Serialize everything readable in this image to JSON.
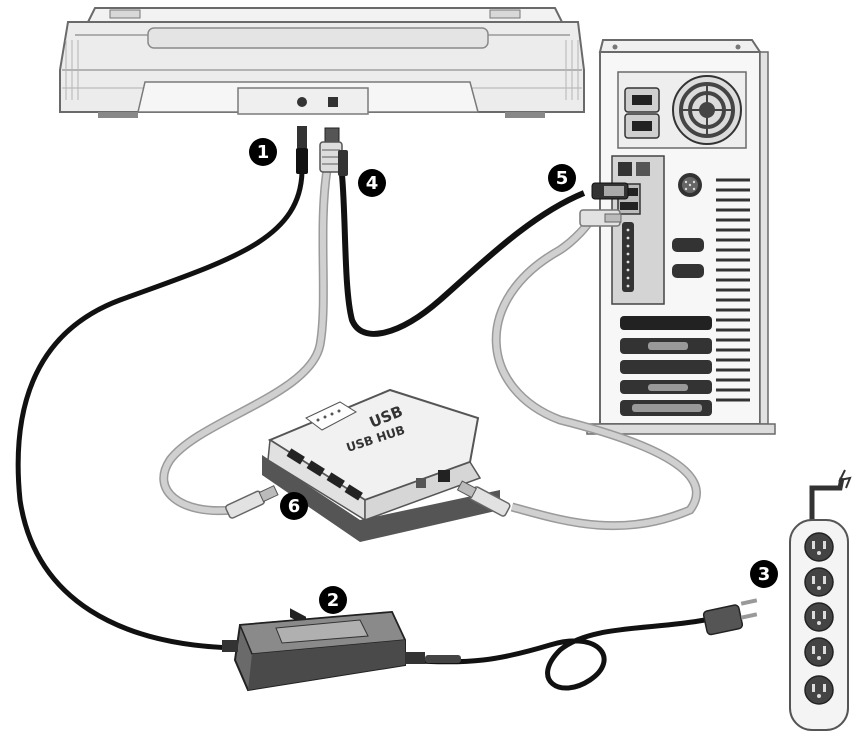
{
  "diagram": {
    "callouts": [
      {
        "id": "1",
        "label": "1"
      },
      {
        "id": "2",
        "label": "2"
      },
      {
        "id": "3",
        "label": "3"
      },
      {
        "id": "4",
        "label": "4"
      },
      {
        "id": "5",
        "label": "5"
      },
      {
        "id": "6",
        "label": "6"
      }
    ],
    "hub": {
      "brand_text": "USB",
      "label_text": "USB HUB"
    },
    "components": [
      {
        "name": "scanner",
        "icon": "scanner-device"
      },
      {
        "name": "computer-tower",
        "icon": "pc-tower"
      },
      {
        "name": "usb-hub",
        "icon": "usb-hub"
      },
      {
        "name": "power-adapter",
        "icon": "ac-adapter"
      },
      {
        "name": "power-strip",
        "icon": "power-strip"
      }
    ],
    "colors": {
      "black_cable": "#111111",
      "gray_cable": "#c8c8c8",
      "device_body": "#eaeaea",
      "device_edge": "#6a6a6a",
      "adapter": "#555555",
      "callout_fill": "#000000",
      "callout_text": "#ffffff"
    }
  }
}
